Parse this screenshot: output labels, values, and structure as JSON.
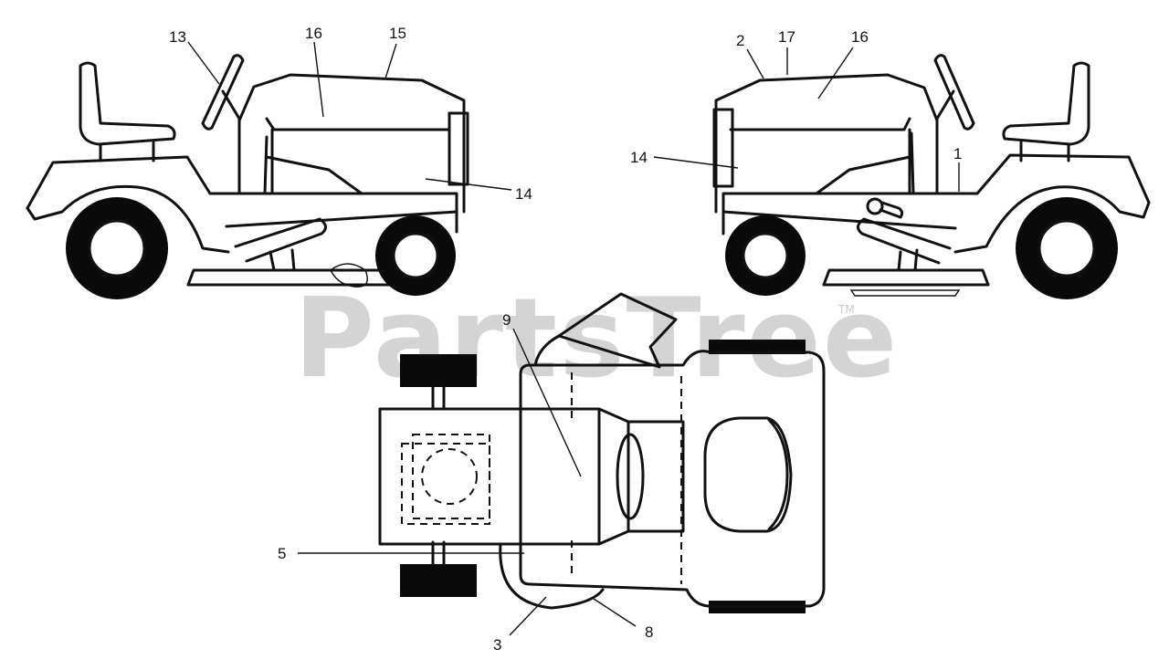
{
  "watermark": {
    "text": "PartsTree",
    "tm": "TM"
  },
  "labels": {
    "left_13": "13",
    "left_16": "16",
    "left_15": "15",
    "left_14": "14",
    "right_2": "2",
    "right_17": "17",
    "right_16": "16",
    "right_14": "14",
    "right_1": "1",
    "top_9": "9",
    "top_5": "5",
    "top_3": "3",
    "top_8": "8"
  }
}
